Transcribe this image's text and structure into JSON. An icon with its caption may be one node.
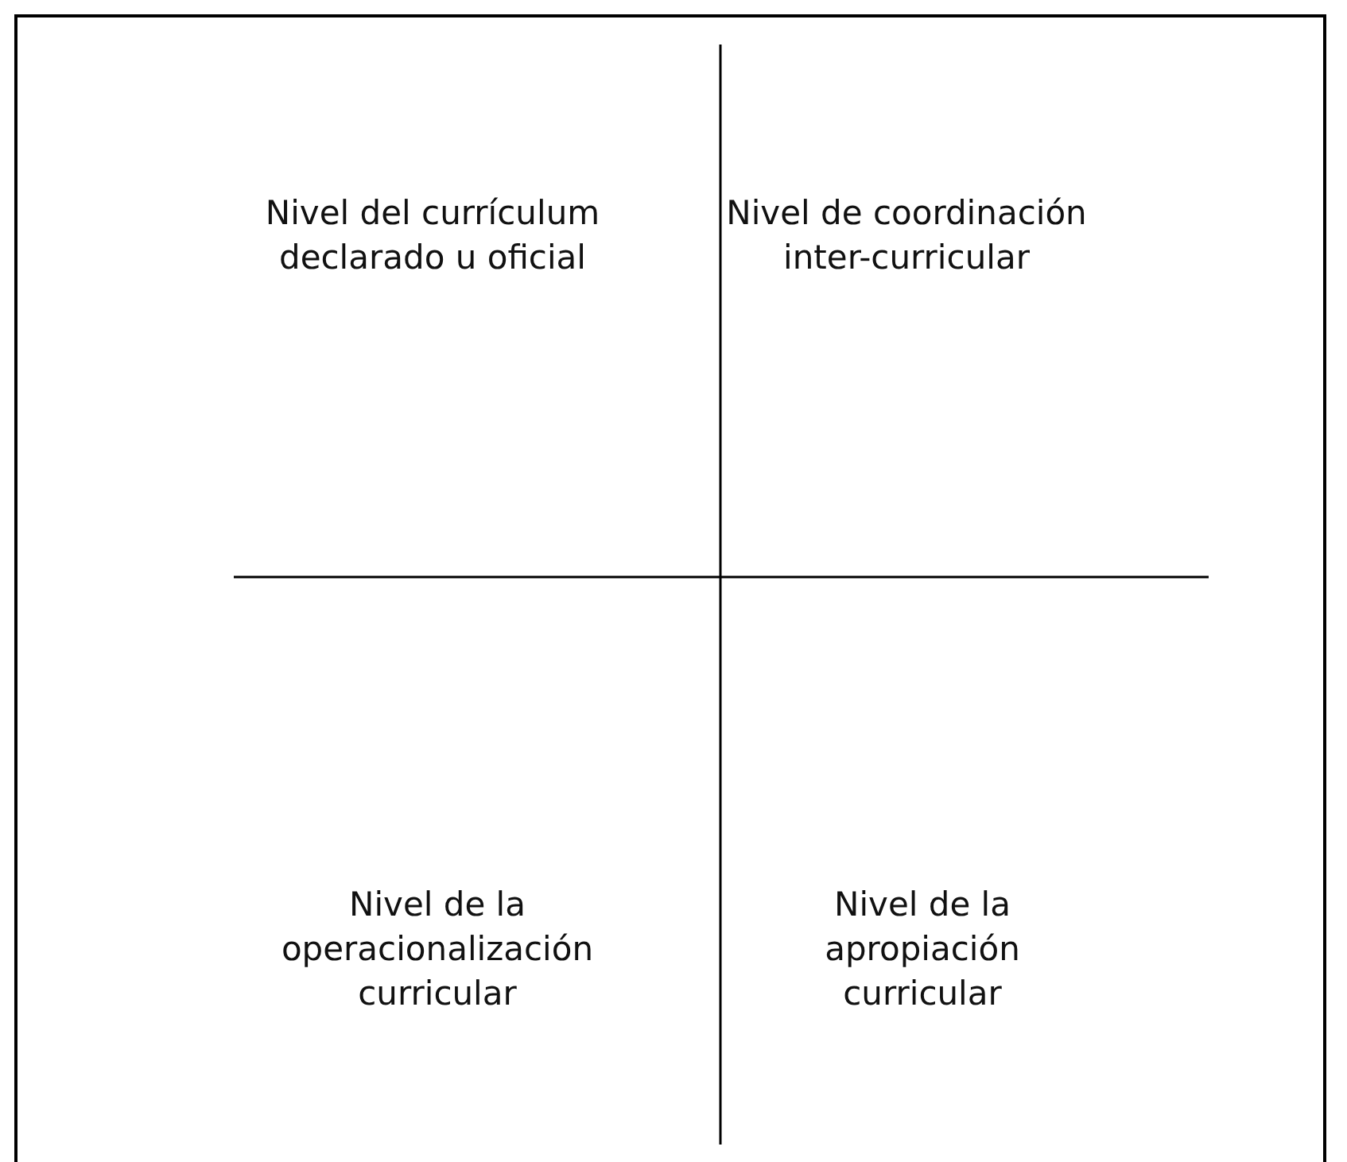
{
  "diagram": {
    "labels": [
      "Nivel del currículum declarado u oficial",
      "Nivel de coordinación inter-curricular",
      "Nivel de la operacionalización curricular",
      "Nivel de la apropiación curricular"
    ]
  }
}
